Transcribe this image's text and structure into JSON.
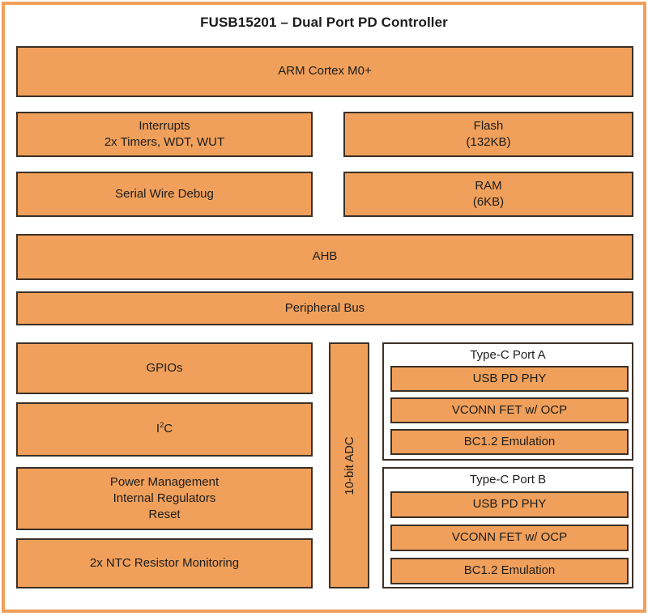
{
  "diagram": {
    "title": "FUSB15201 – Dual Port PD Controller",
    "frame_color": "#F0A05A",
    "block_fill": "#F0A05A",
    "block_border": "#3b3027",
    "text_color": "#1c1c1c",
    "background": "#ffffff"
  },
  "cpu": {
    "label": "ARM Cortex M0+"
  },
  "core_blocks": {
    "interrupts": {
      "line1": "Interrupts",
      "line2": "2x Timers, WDT, WUT"
    },
    "flash": {
      "line1": "Flash",
      "line2": "(132KB)"
    },
    "swd": {
      "line1": "Serial Wire Debug"
    },
    "ram": {
      "line1": "RAM",
      "line2": "(6KB)"
    }
  },
  "buses": {
    "ahb": "AHB",
    "peripheral": "Peripheral Bus"
  },
  "peripherals": {
    "gpios": {
      "line1": "GPIOs"
    },
    "i2c": {
      "prefix": "I",
      "superscript": "2",
      "suffix": "C",
      "full": "I2C"
    },
    "power": {
      "line1": "Power Management",
      "line2": "Internal Regulators",
      "line3": "Reset"
    },
    "ntc": {
      "line1": "2x NTC Resistor Monitoring"
    }
  },
  "adc": {
    "label": "10-bit ADC",
    "orientation": "vertical"
  },
  "ports": [
    {
      "title": "Type-C Port A",
      "blocks": [
        {
          "label": "USB PD PHY"
        },
        {
          "label": "VCONN FET w/ OCP"
        },
        {
          "label": "BC1.2 Emulation"
        }
      ]
    },
    {
      "title": "Type-C Port B",
      "blocks": [
        {
          "label": "USB PD PHY"
        },
        {
          "label": "VCONN FET w/ OCP"
        },
        {
          "label": "BC1.2 Emulation"
        }
      ]
    }
  ]
}
